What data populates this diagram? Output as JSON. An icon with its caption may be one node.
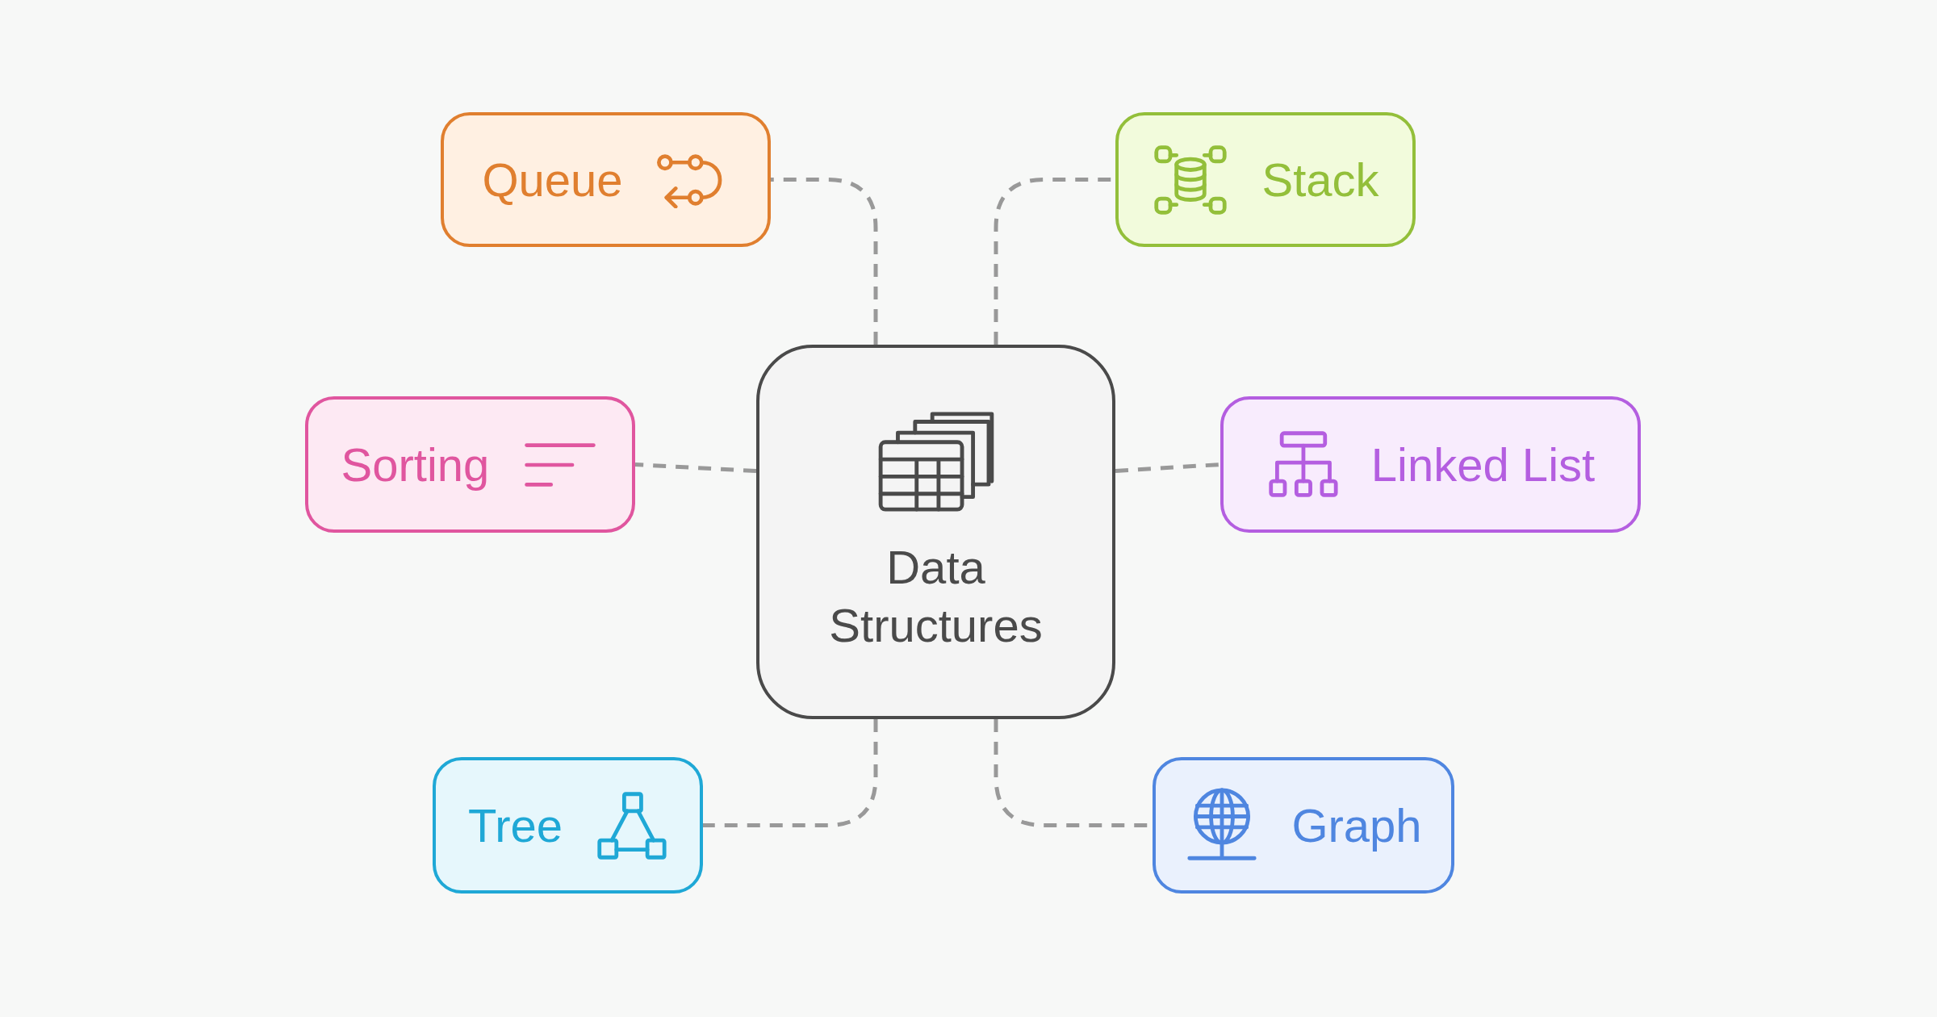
{
  "diagram": {
    "nodes": [
      {
        "text": [
          "Queue"
        ]
      },
      {
        "text": [
          "Stack"
        ]
      },
      {
        "text": [
          "Sorting"
        ]
      },
      {
        "text": [
          "Data Structures"
        ]
      },
      {
        "text": [
          "Linked List"
        ]
      },
      {
        "text": [
          "Tree"
        ]
      },
      {
        "text": [
          "Graph"
        ]
      }
    ],
    "edges": [
      {
        "from": 3,
        "to": 0,
        "arrow": "none",
        "style": "dashed"
      },
      {
        "from": 3,
        "to": 1,
        "arrow": "none",
        "style": "dashed"
      },
      {
        "from": 3,
        "to": 2,
        "arrow": "none",
        "style": "dashed"
      },
      {
        "from": 3,
        "to": 4,
        "arrow": "none",
        "style": "dashed"
      },
      {
        "from": 3,
        "to": 5,
        "arrow": "none",
        "style": "dashed"
      },
      {
        "from": 3,
        "to": 6,
        "arrow": "none",
        "style": "dashed"
      }
    ]
  }
}
